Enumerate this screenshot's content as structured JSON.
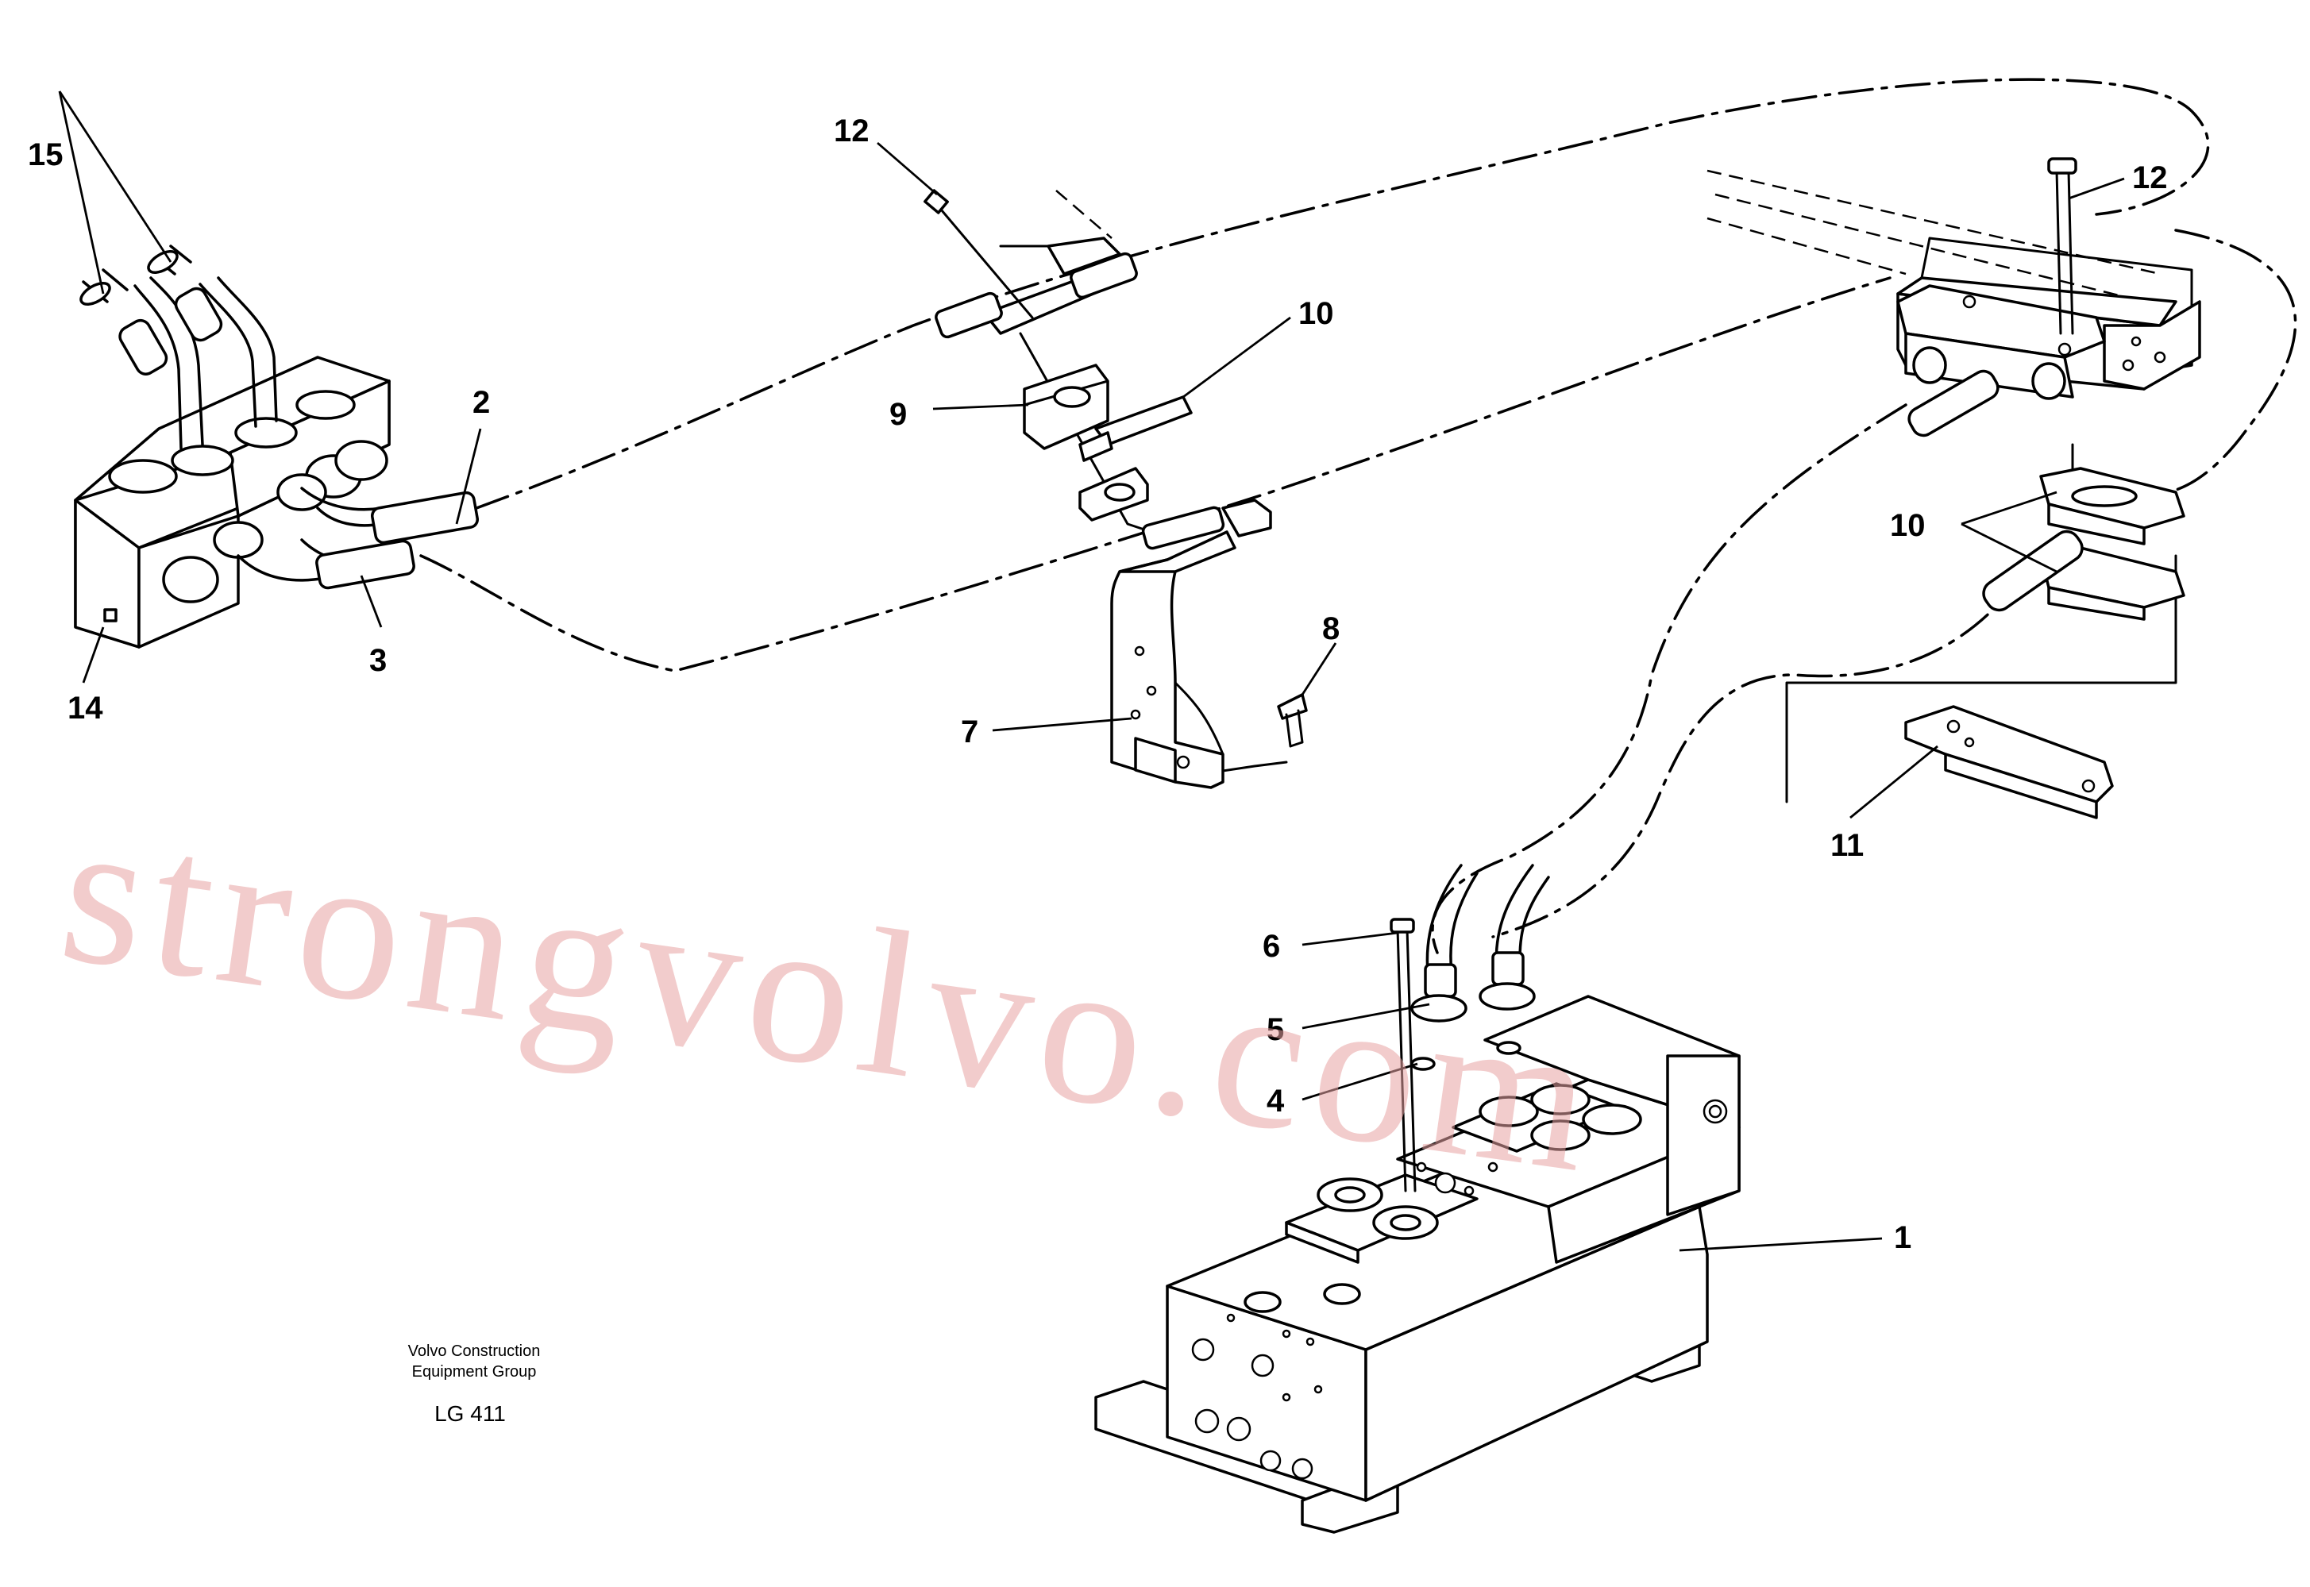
{
  "watermark": {
    "text": "strongvolvo.com",
    "color": "#e8a3a3"
  },
  "caption": {
    "line1": "Volvo Construction",
    "line2": "Equipment Group",
    "code": "LG 411"
  },
  "callouts": {
    "c1": "1",
    "c2": "2",
    "c3": "3",
    "c4": "4",
    "c5": "5",
    "c6": "6",
    "c7": "7",
    "c8": "8",
    "c9": "9",
    "c10_upper": "10",
    "c10_right": "10",
    "c11": "11",
    "c12_left": "12",
    "c12_right": "12",
    "c14": "14",
    "c15": "15"
  }
}
